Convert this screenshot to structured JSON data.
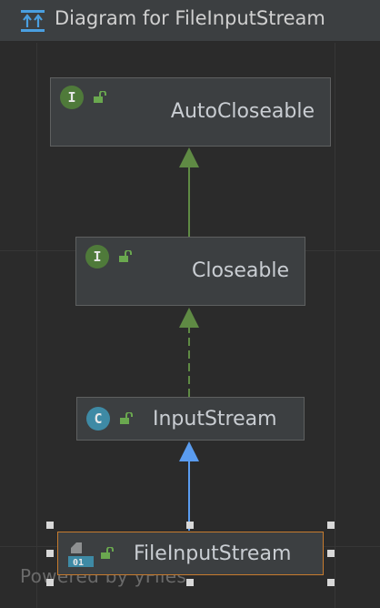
{
  "window": {
    "title": "Diagram for FileInputStream"
  },
  "nodes": {
    "autocloseable": {
      "name": "AutoCloseable",
      "kind": "I"
    },
    "closeable": {
      "name": "Closeable",
      "kind": "I"
    },
    "inputstream": {
      "name": "InputStream",
      "kind": "C"
    },
    "fileinputstream": {
      "name": "FileInputStream",
      "kind": "01"
    }
  },
  "watermark": "Powered by yFiles",
  "colors": {
    "background": "#2b2b2b",
    "node_fill": "#3c3f41",
    "interface_badge": "#4f7a3a",
    "class_badge": "#3e8aa5",
    "inheritance_edge": "#5f8a44",
    "extends_edge": "#5a9cf0",
    "selection_border": "#c77b2e"
  },
  "icons": {
    "title": "diagram-hierarchy-icon",
    "lock": "open-lock-icon",
    "binary": "binary-class-icon"
  }
}
